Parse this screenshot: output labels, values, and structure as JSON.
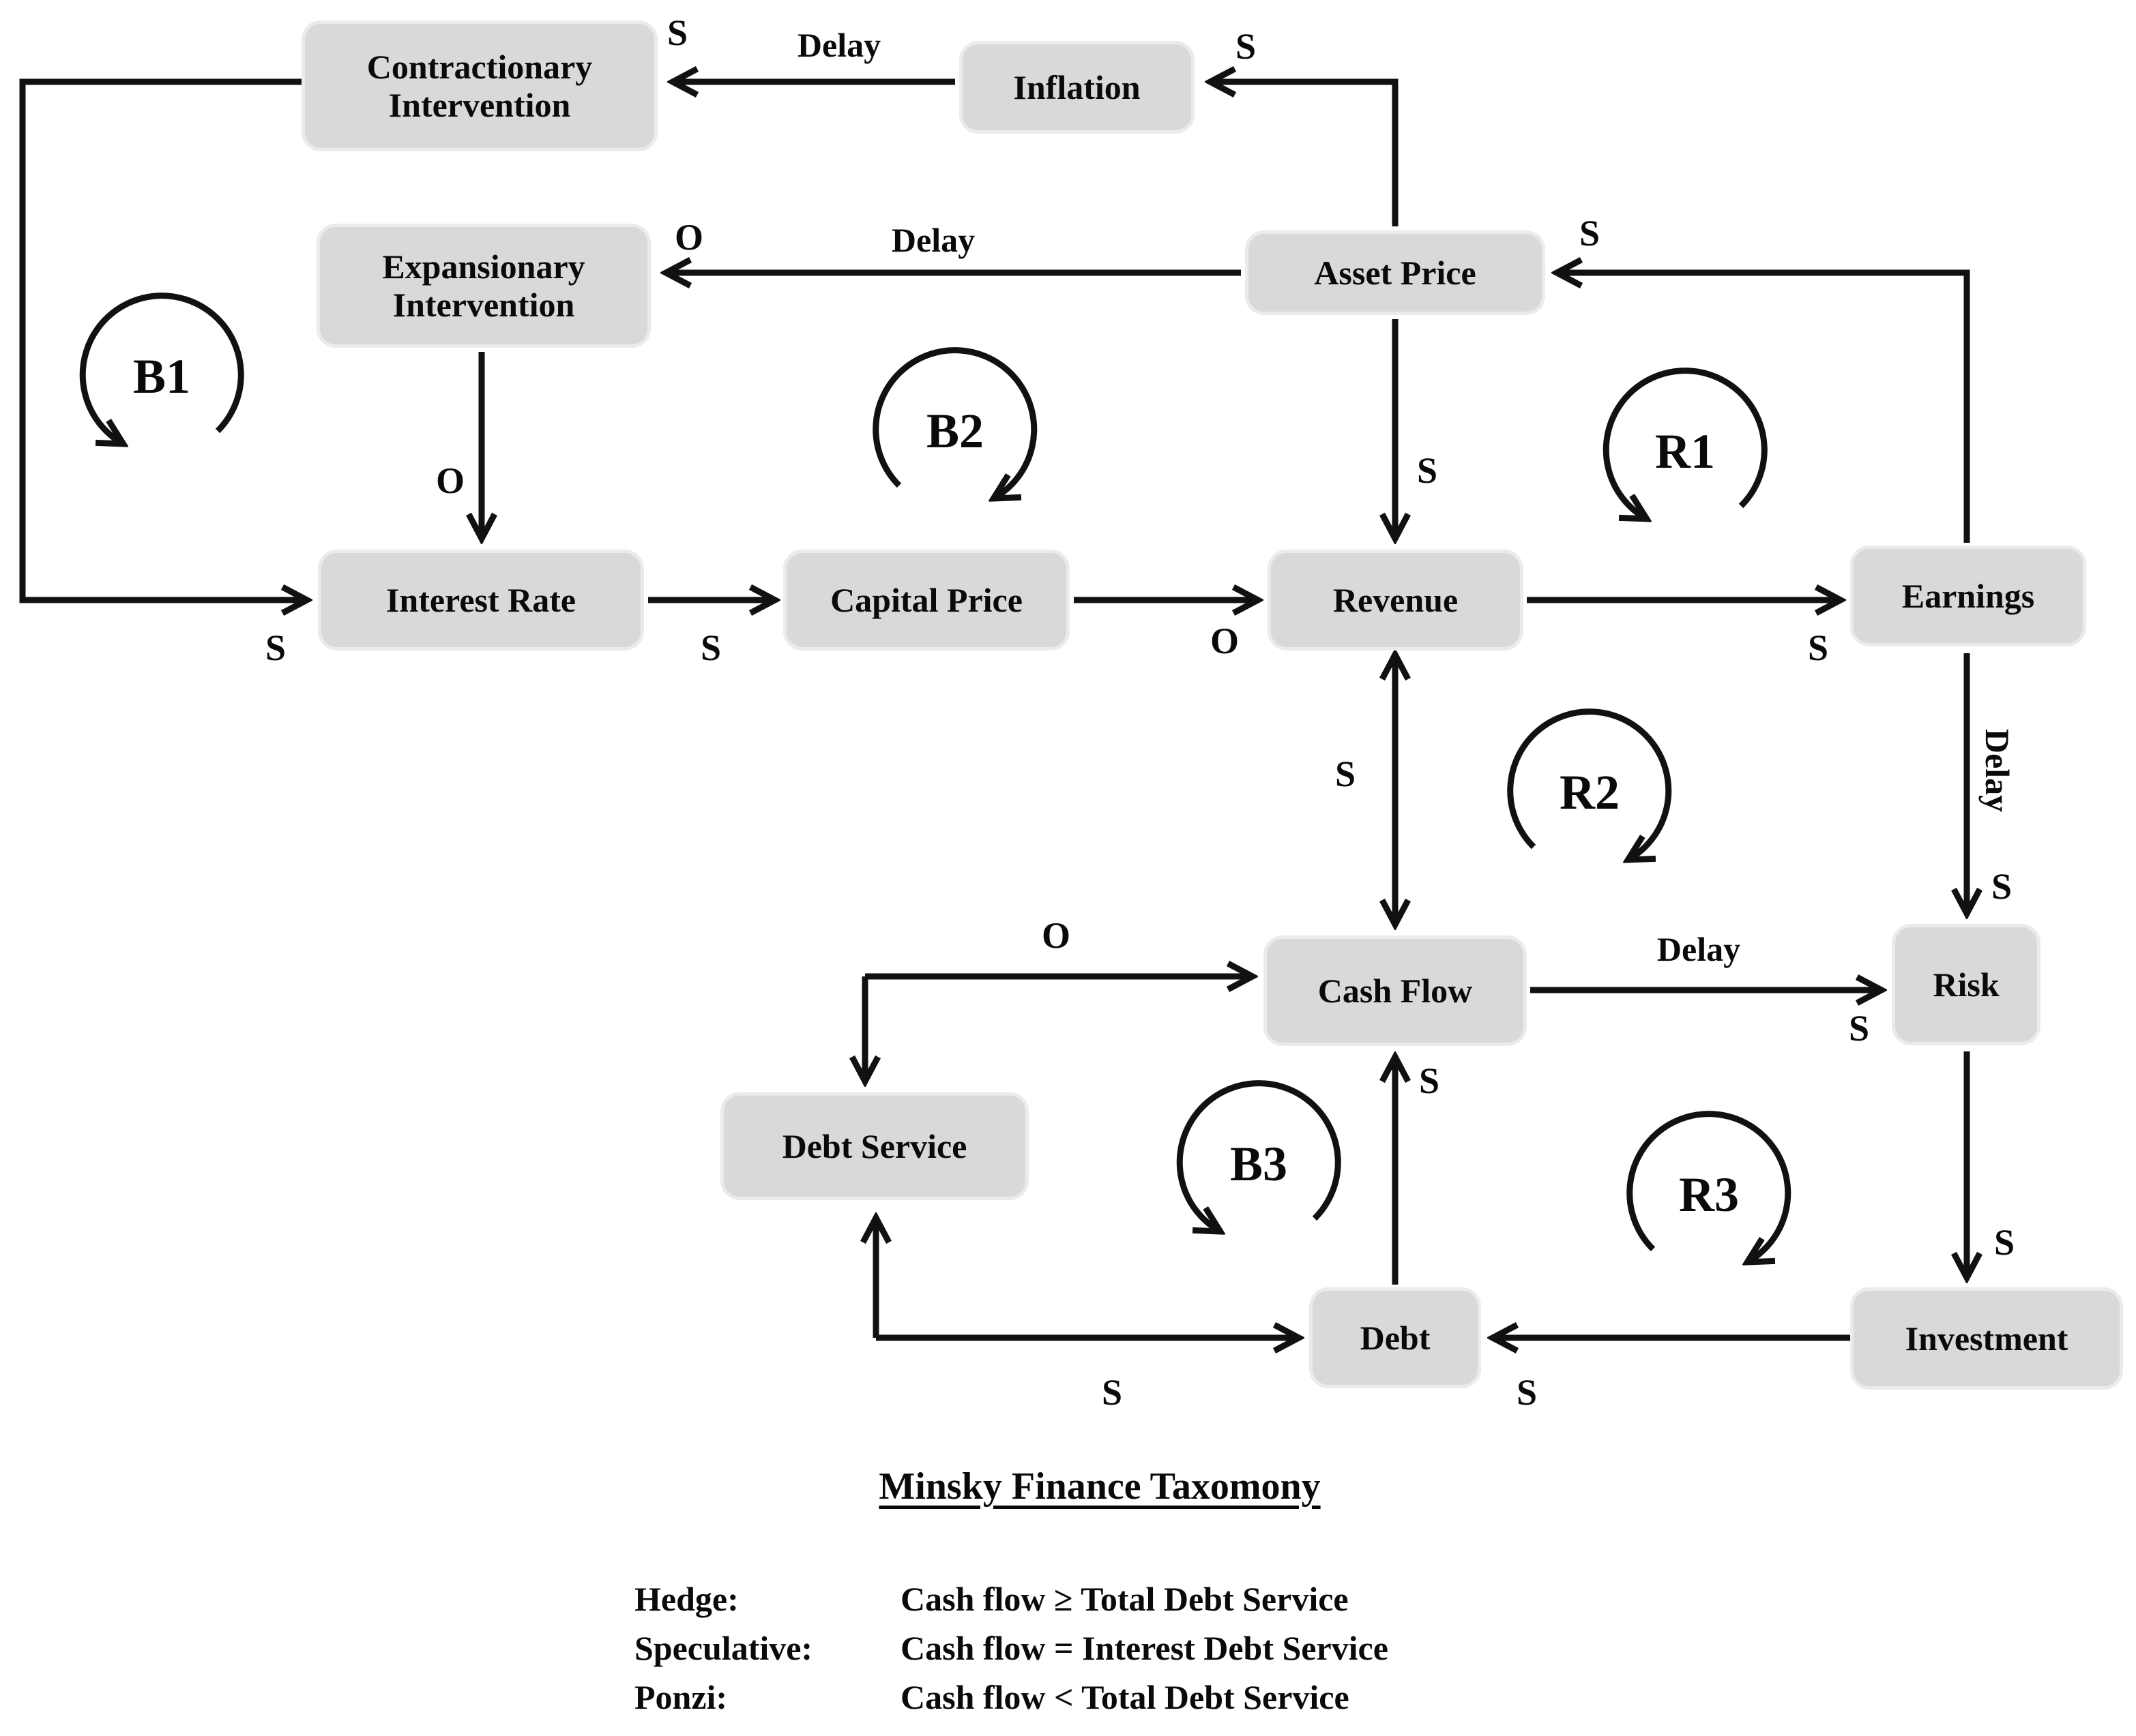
{
  "nodes": {
    "contractionary": {
      "label": "Contractionary Intervention"
    },
    "expansionary": {
      "label": "Expansionary Intervention"
    },
    "inflation": {
      "label": "Inflation"
    },
    "asset_price": {
      "label": "Asset Price"
    },
    "interest_rate": {
      "label": "Interest Rate"
    },
    "capital_price": {
      "label": "Capital Price"
    },
    "revenue": {
      "label": "Revenue"
    },
    "earnings": {
      "label": "Earnings"
    },
    "cash_flow": {
      "label": "Cash Flow"
    },
    "risk": {
      "label": "Risk"
    },
    "debt_service": {
      "label": "Debt Service"
    },
    "debt": {
      "label": "Debt"
    },
    "investment": {
      "label": "Investment"
    }
  },
  "loops": {
    "b1": "B1",
    "b2": "B2",
    "r1": "R1",
    "r2": "R2",
    "b3": "B3",
    "r3": "R3"
  },
  "edge_labels": {
    "s_inflation_to_contractionary": {
      "text": "S"
    },
    "delay_inflation_to_contractionary": {
      "text": "Delay"
    },
    "s_asset_price_to_inflation": {
      "text": "S"
    },
    "o_asset_price_to_expansionary": {
      "text": "O"
    },
    "delay_asset_price_to_expansionary": {
      "text": "Delay"
    },
    "o_expansionary_to_interest_rate": {
      "text": "O"
    },
    "s_contractionary_to_interest_rate": {
      "text": "S"
    },
    "s_interest_rate_to_capital_price": {
      "text": "S"
    },
    "o_capital_price_to_revenue": {
      "text": "O"
    },
    "s_asset_price_to_revenue": {
      "text": "S"
    },
    "s_revenue_to_earnings": {
      "text": "S"
    },
    "s_earnings_to_asset_price": {
      "text": "S"
    },
    "delay_earnings_to_risk": {
      "text": "Delay"
    },
    "s_earnings_to_risk": {
      "text": "S"
    },
    "s_revenue_cash_flow": {
      "text": "S"
    },
    "delay_cash_flow_to_risk": {
      "text": "Delay"
    },
    "s_cash_flow_to_risk": {
      "text": "S"
    },
    "o_debt_service_cash_flow": {
      "text": "O"
    },
    "s_debt_to_cash_flow": {
      "text": "S"
    },
    "s_debt_service_debt": {
      "text": "S"
    },
    "s_investment_to_debt": {
      "text": "S"
    },
    "s_risk_to_investment": {
      "text": "S"
    }
  },
  "legend": {
    "title": "Minsky Finance Taxomony",
    "rows": [
      {
        "term": "Hedge:",
        "definition": "Cash flow ≥ Total Debt Service"
      },
      {
        "term": "Speculative:",
        "definition": "Cash flow = Interest Debt Service"
      },
      {
        "term": "Ponzi:",
        "definition": "Cash flow < Total Debt Service"
      }
    ]
  },
  "colors": {
    "node_fill": "#d9d9d9",
    "node_border": "#ebebeb",
    "line": "#111111",
    "background": "#ffffff"
  }
}
